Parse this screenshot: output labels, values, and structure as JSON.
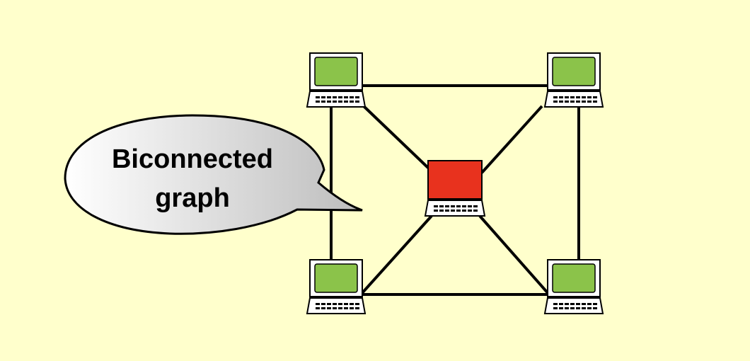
{
  "colors": {
    "background": "#FFFFCC",
    "node_screen": "#8BC34A",
    "center_screen": "#E8321E",
    "line": "#000000",
    "callout_fill_light": "#FFFFFF",
    "callout_fill_dark": "#BDBDBD"
  },
  "nodes": [
    {
      "id": "top-left",
      "kind": "laptop-icon",
      "highlight": false
    },
    {
      "id": "top-right",
      "kind": "laptop-icon",
      "highlight": false
    },
    {
      "id": "center",
      "kind": "laptop-icon",
      "highlight": true
    },
    {
      "id": "bottom-left",
      "kind": "laptop-icon",
      "highlight": false
    },
    {
      "id": "bottom-right",
      "kind": "laptop-icon",
      "highlight": false
    }
  ],
  "edges": [
    [
      "top-left",
      "top-right"
    ],
    [
      "top-left",
      "bottom-left"
    ],
    [
      "top-right",
      "bottom-right"
    ],
    [
      "bottom-left",
      "bottom-right"
    ],
    [
      "top-left",
      "center"
    ],
    [
      "top-right",
      "center"
    ],
    [
      "bottom-left",
      "center"
    ],
    [
      "bottom-right",
      "center"
    ]
  ],
  "callout": {
    "lines": [
      "Biconnected",
      "graph"
    ]
  }
}
